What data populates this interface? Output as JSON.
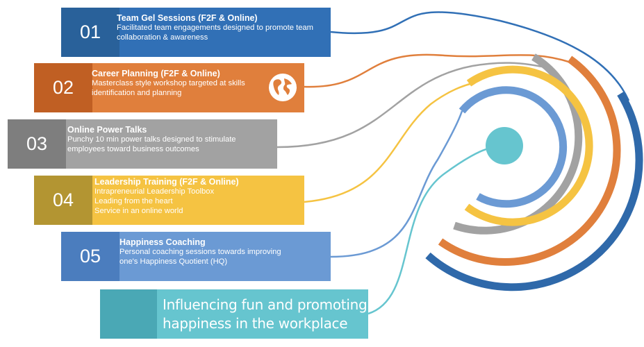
{
  "items": [
    {
      "number": "01",
      "title": "Team Gel Sessions (F2F & Online)",
      "lines": [
        "Facilitated team engagements designed to promote team",
        "collaboration  & awareness"
      ],
      "color": "#3170b6"
    },
    {
      "number": "02",
      "title": "Career Planning  (F2F & Online)",
      "lines": [
        "Masterclass style workshop targeted at skills",
        "identification and planning"
      ],
      "color": "#e07f3c"
    },
    {
      "number": "03",
      "title": "Online Power Talks",
      "lines": [
        "Punchy 10 min power talks designed to stimulate",
        "employees toward business outcomes"
      ],
      "color": "#a2a2a2"
    },
    {
      "number": "04",
      "title": "Leadership Training (F2F & Online)",
      "lines": [
        "Intrapreneurial Leadership Toolbox",
        "Leading from the heart",
        "Service in an online world"
      ],
      "color": "#f5c342"
    },
    {
      "number": "05",
      "title": "Happiness Coaching",
      "lines": [
        "Personal coaching sessions towards improving",
        "one's Happiness Quotient (HQ)"
      ],
      "color": "#6b9ad4"
    }
  ],
  "tagline": {
    "line1": "Influencing fun and promoting",
    "line2": "happiness in the workplace",
    "color": "#66c5cf"
  },
  "icons": {
    "card2": "globe-icon"
  }
}
